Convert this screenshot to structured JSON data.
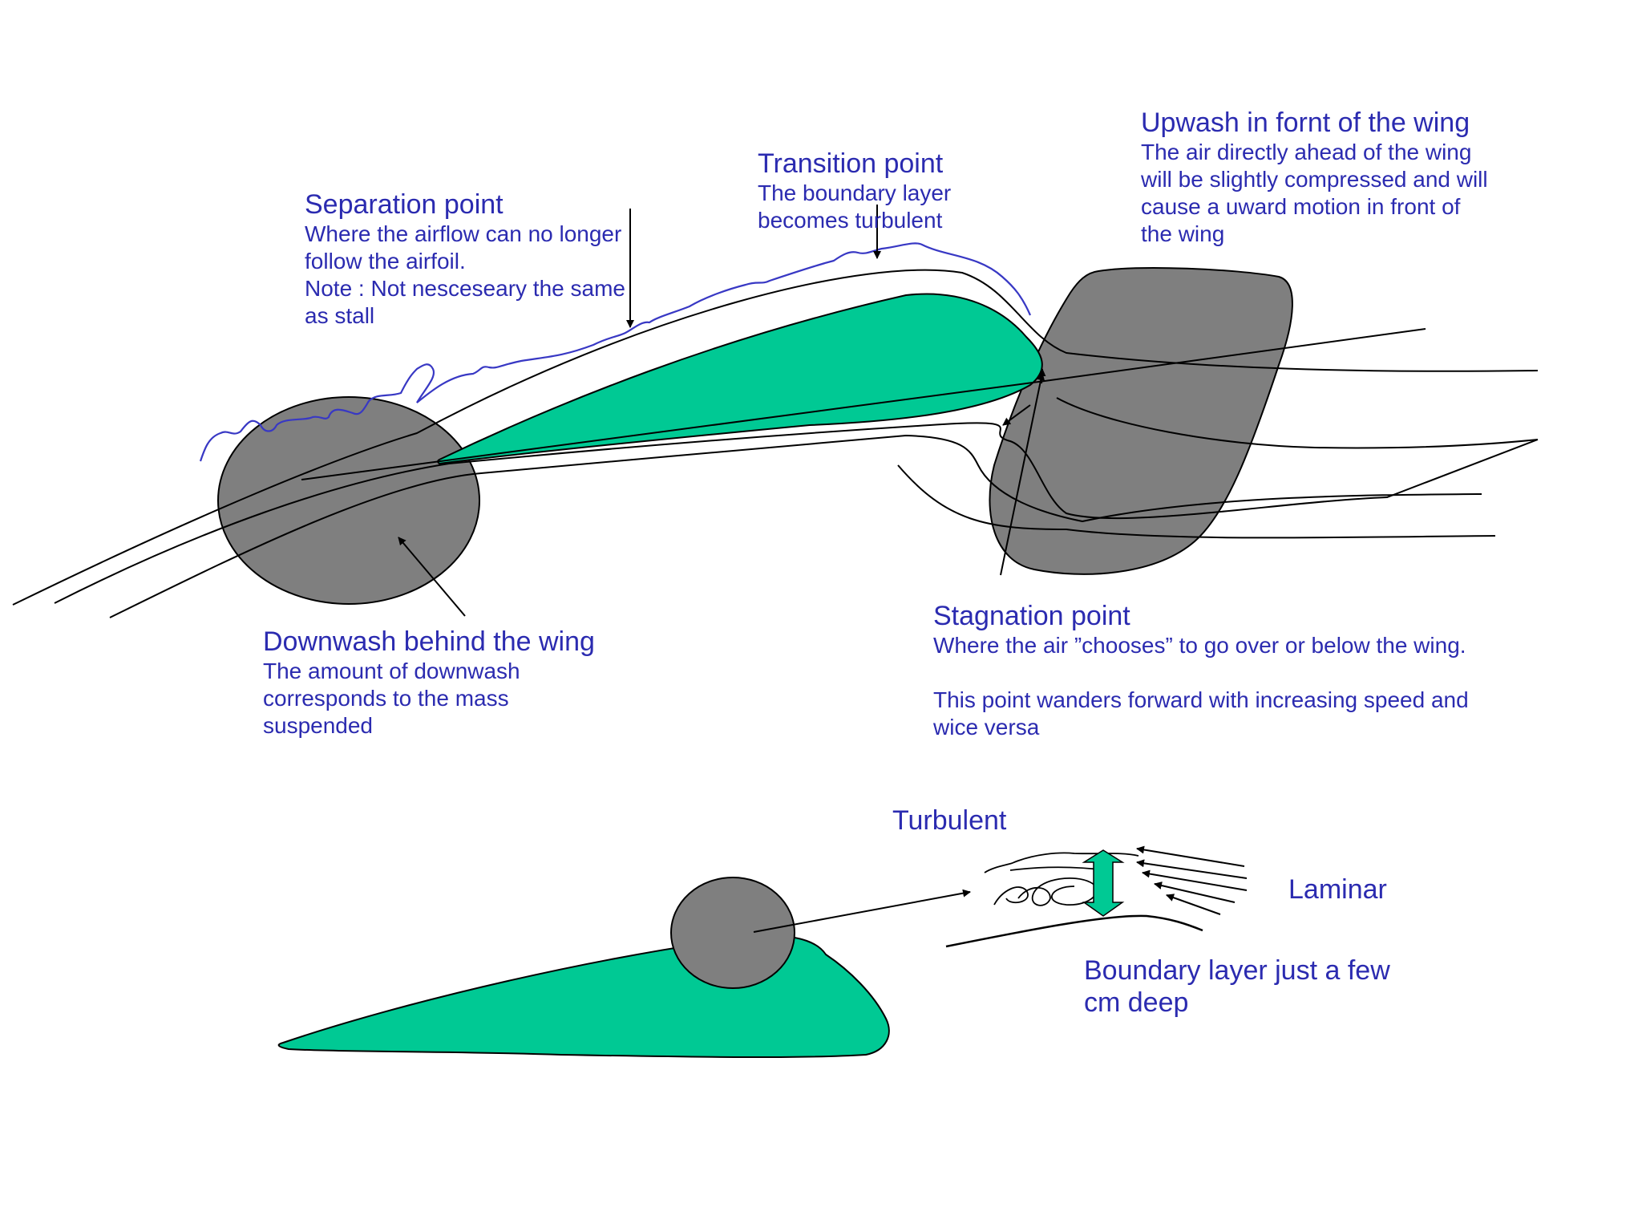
{
  "labels": {
    "separation": {
      "title": "Separation point",
      "lines": [
        "Where the airflow can no longer",
        "follow the airfoil.",
        "Note : Not nesceseary the same",
        "as stall"
      ]
    },
    "transition": {
      "title": "Transition point",
      "lines": [
        "The boundary layer",
        "becomes turbulent"
      ]
    },
    "upwash": {
      "title": "Upwash in fornt of the wing",
      "lines": [
        "The air directly ahead of the wing",
        "will be slightly compressed and will",
        "cause a uward motion in front of",
        "the wing"
      ]
    },
    "downwash": {
      "title": "Downwash behind the wing",
      "lines": [
        "The amount of downwash",
        "corresponds to the mass",
        "suspended"
      ]
    },
    "stagnation": {
      "title": "Stagnation point",
      "lines": [
        "Where the air ”chooses” to go over or below the wing.",
        "This point wanders forward with increasing speed and",
        "wice versa"
      ]
    },
    "turbulent": "Turbulent",
    "laminar": "Laminar",
    "boundary_layer": [
      "Boundary layer just a few",
      "cm deep"
    ]
  },
  "colors": {
    "wing_fill": "#00c994",
    "region_fill": "#7f7f7f",
    "text": "#2b2bb0",
    "turbulence_line": "#3838c4",
    "line": "#000000"
  }
}
